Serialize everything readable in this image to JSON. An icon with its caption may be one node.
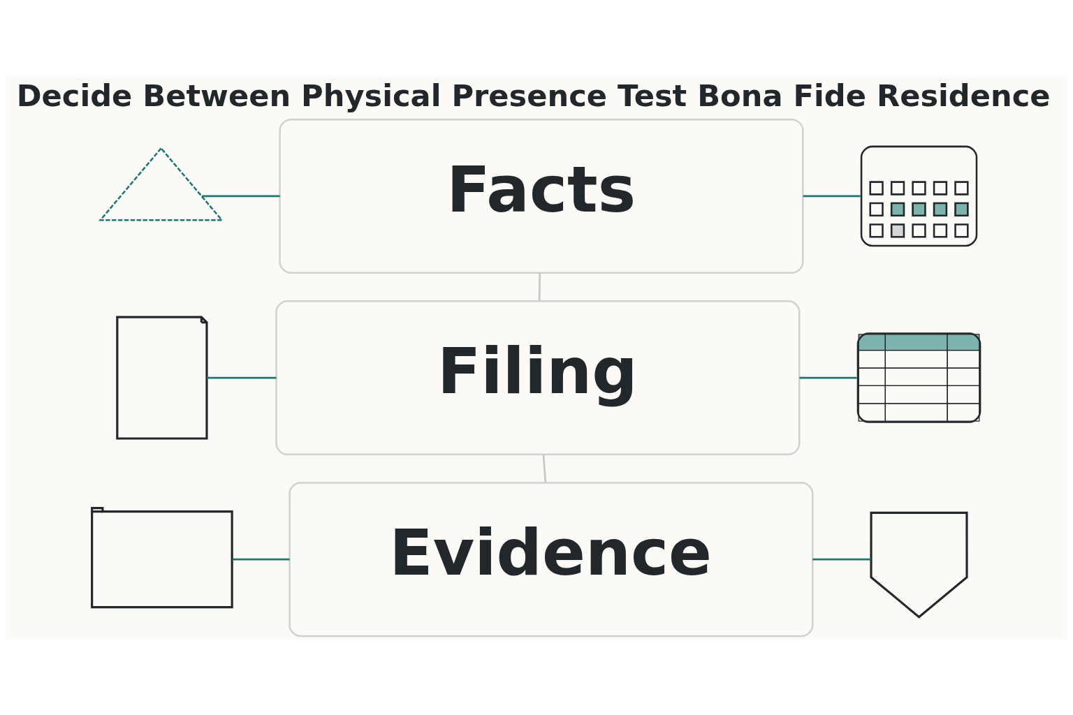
{
  "diagram": {
    "title": "Decide Between Physical Presence Test Bona Fide Residence",
    "nodes": [
      {
        "text": [],
        "shape": "picture"
      },
      {
        "text": [
          "Facts"
        ]
      },
      {
        "text": [],
        "shape": "picture"
      },
      {
        "text": [],
        "shape": "picture"
      },
      {
        "text": [
          "Filing"
        ]
      },
      {
        "text": [],
        "shape": "picture"
      },
      {
        "text": [],
        "shape": "picture"
      },
      {
        "text": [
          "Evidence"
        ]
      },
      {
        "text": [],
        "shape": "picture"
      }
    ],
    "edges": [
      {
        "from": 0,
        "to": 1,
        "arrow": "none"
      },
      {
        "from": 1,
        "to": 2,
        "arrow": "none"
      },
      {
        "from": 1,
        "to": 4,
        "arrow": "none",
        "color": "#c5c9c9"
      },
      {
        "from": 3,
        "to": 4,
        "arrow": "none"
      },
      {
        "from": 4,
        "to": 5,
        "arrow": "none"
      },
      {
        "from": 4,
        "to": 7,
        "arrow": "none",
        "color": "#c5c9c9"
      },
      {
        "from": 6,
        "to": 7,
        "arrow": "none"
      },
      {
        "from": 7,
        "to": 8,
        "arrow": "none"
      }
    ]
  }
}
